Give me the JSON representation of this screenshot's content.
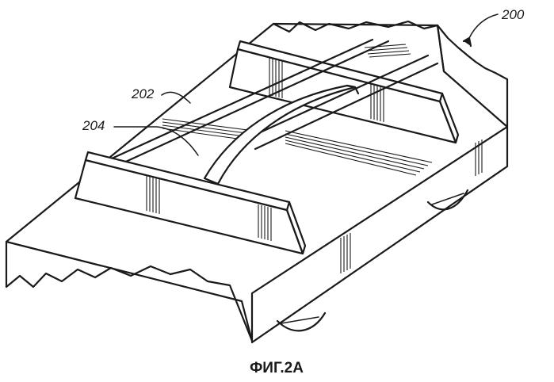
{
  "labels": {
    "assembly": "200",
    "track": "202",
    "rail": "204"
  },
  "caption": "ФИГ.2А"
}
